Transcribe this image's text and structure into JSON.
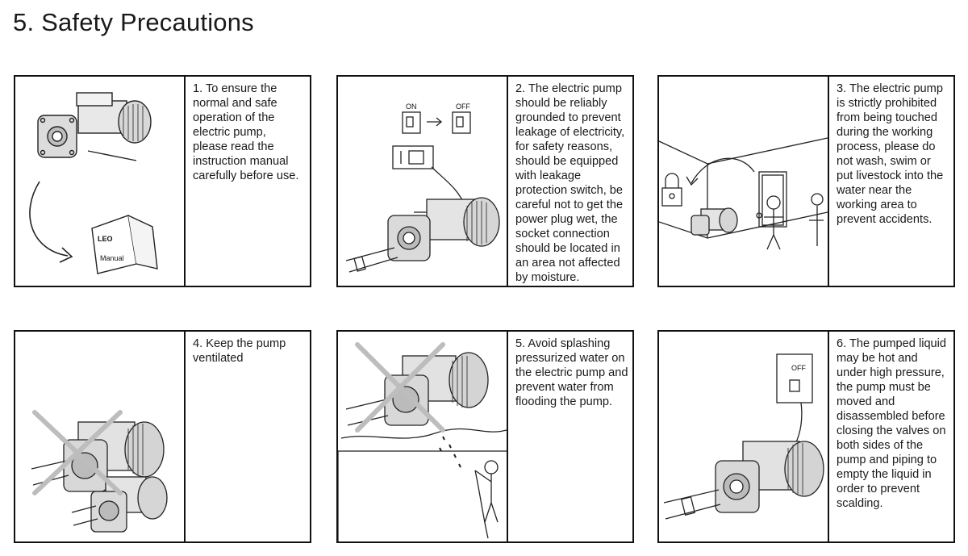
{
  "page": {
    "title": "5. Safety Precautions"
  },
  "panels": [
    {
      "text": "1. To ensure the\nnormal and safe\noperation of the\nelectric pump,\nplease read the\ninstruction manual\ncarefully before use.",
      "illustration": {
        "icon": "pump-and-manual-icon",
        "manual_brand": "LEO",
        "manual_label": "Manual"
      }
    },
    {
      "text": "2. The electric pump\nshould be reliably\ngrounded to prevent\nleakage of electricity,\nfor safety reasons,\nshould be equipped\nwith leakage\nprotection switch, be\ncareful not to get the\npower plug wet, the\nsocket connection\nshould be located in\nan area not affected\nby moisture.",
      "illustration": {
        "icon": "switch-socket-pump-icon",
        "on_label": "ON",
        "off_label": "OFF"
      }
    },
    {
      "text": "3. The electric pump\nis strictly prohibited\nfrom being touched\nduring the working\nprocess, please do\nnot wash, swim or\nput livestock into the\nwater near the\nworking area to\nprevent accidents.",
      "illustration": {
        "icon": "locked-pump-room-icon"
      }
    },
    {
      "text": "4. Keep the pump\nventilated",
      "illustration": {
        "icon": "ventilated-pump-icon"
      }
    },
    {
      "text": "5. Avoid splashing\npressurized water on\nthe electric pump and\nprevent water from\nflooding the pump.",
      "illustration": {
        "icon": "splash-prohibited-icon"
      }
    },
    {
      "text": "6. The pumped liquid\nmay be hot and\nunder high pressure,\nthe pump must be\nmoved and\ndisassembled before\nclosing the valves on\nboth sides of the\npump and piping to\nempty the liquid in\norder to prevent\nscalding.",
      "illustration": {
        "icon": "power-off-pump-icon",
        "off_label": "OFF"
      }
    }
  ]
}
